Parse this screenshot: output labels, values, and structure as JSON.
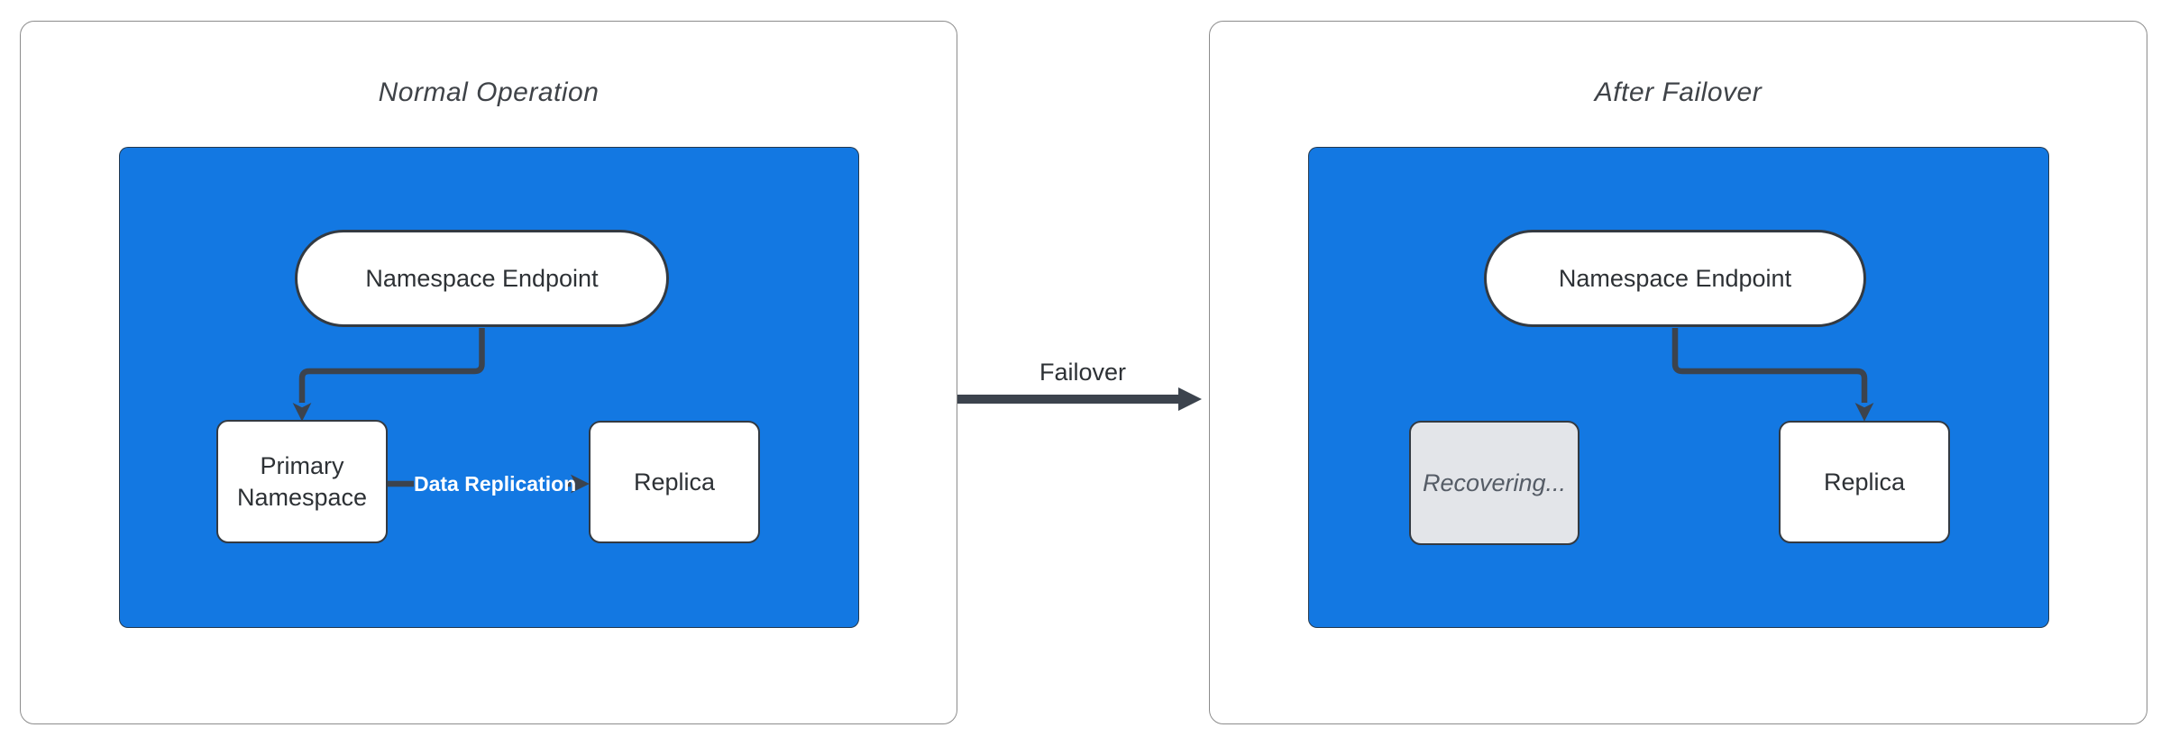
{
  "diagram": {
    "panels": [
      {
        "title": "Normal Operation",
        "nodes": [
          {
            "id": "namespace-endpoint",
            "label": "Namespace Endpoint",
            "shape": "stadium"
          },
          {
            "id": "primary-namespace",
            "label": "Primary Namespace",
            "shape": "rect"
          },
          {
            "id": "replica",
            "label": "Replica",
            "shape": "rect"
          }
        ],
        "edge_label": "Data Replication"
      },
      {
        "title": "After Failover",
        "nodes": [
          {
            "id": "namespace-endpoint",
            "label": "Namespace Endpoint",
            "shape": "stadium"
          },
          {
            "id": "recovering",
            "label": "Recovering...",
            "shape": "rect",
            "state": "disabled"
          },
          {
            "id": "replica",
            "label": "Replica",
            "shape": "rect"
          }
        ]
      }
    ],
    "transition_label": "Failover"
  },
  "colors": {
    "bg": "#ffffff",
    "panel-bg": "#ffffff",
    "panel-border": "#8c8c8c",
    "title-text": "#3f4348",
    "blue": "#1378e2",
    "edge": "#3c434d",
    "node-border": "#333a42",
    "node-text": "#2d3135",
    "disabled-bg": "#e3e5e9",
    "disabled-text": "#555c66",
    "edge-label-text": "#ffffff"
  }
}
